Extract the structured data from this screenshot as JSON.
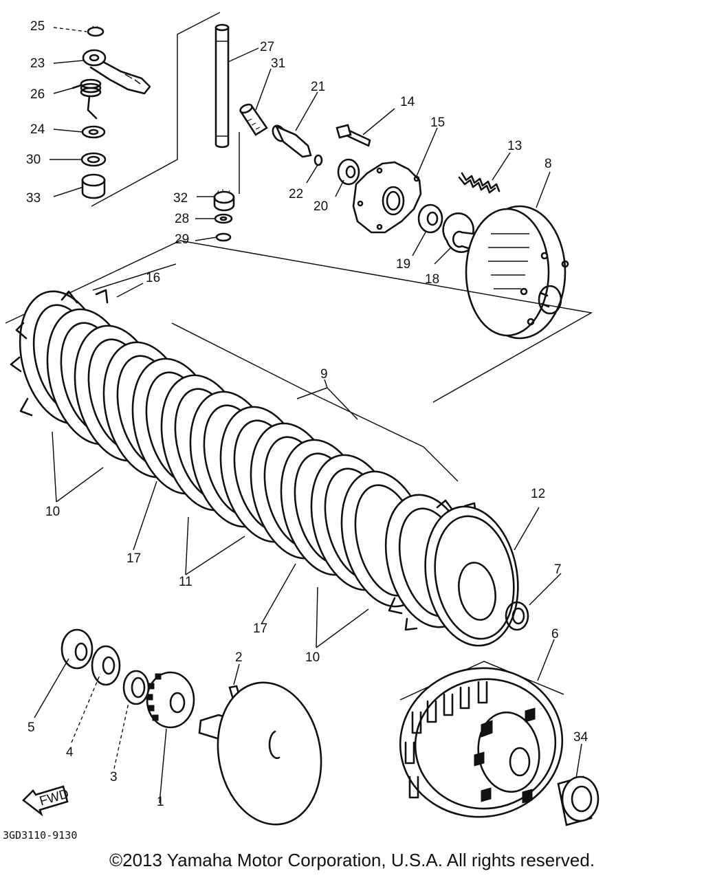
{
  "diagram": {
    "ref_code": "3GD3110-9130",
    "fwd_label": "FWD",
    "callouts": [
      {
        "id": "c25",
        "text": "25"
      },
      {
        "id": "c23",
        "text": "23"
      },
      {
        "id": "c26",
        "text": "26"
      },
      {
        "id": "c24",
        "text": "24"
      },
      {
        "id": "c30",
        "text": "30"
      },
      {
        "id": "c33",
        "text": "33"
      },
      {
        "id": "c27",
        "text": "27"
      },
      {
        "id": "c31",
        "text": "31"
      },
      {
        "id": "c21",
        "text": "21"
      },
      {
        "id": "c14",
        "text": "14"
      },
      {
        "id": "c15",
        "text": "15"
      },
      {
        "id": "c13",
        "text": "13"
      },
      {
        "id": "c8",
        "text": "8"
      },
      {
        "id": "c32",
        "text": "32"
      },
      {
        "id": "c28",
        "text": "28"
      },
      {
        "id": "c29",
        "text": "29"
      },
      {
        "id": "c22",
        "text": "22"
      },
      {
        "id": "c20",
        "text": "20"
      },
      {
        "id": "c19",
        "text": "19"
      },
      {
        "id": "c18",
        "text": "18"
      },
      {
        "id": "c16",
        "text": "16"
      },
      {
        "id": "c9",
        "text": "9"
      },
      {
        "id": "c10a",
        "text": "10"
      },
      {
        "id": "c17a",
        "text": "17"
      },
      {
        "id": "c11",
        "text": "11"
      },
      {
        "id": "c12",
        "text": "12"
      },
      {
        "id": "c7",
        "text": "7"
      },
      {
        "id": "c17b",
        "text": "17"
      },
      {
        "id": "c10b",
        "text": "10"
      },
      {
        "id": "c2",
        "text": "2"
      },
      {
        "id": "c6",
        "text": "6"
      },
      {
        "id": "c5",
        "text": "5"
      },
      {
        "id": "c4",
        "text": "4"
      },
      {
        "id": "c3",
        "text": "3"
      },
      {
        "id": "c1",
        "text": "1"
      },
      {
        "id": "c34",
        "text": "34"
      }
    ]
  },
  "footer": {
    "copyright": "©2013 Yamaha Motor Corporation, U.S.A. All rights reserved."
  }
}
